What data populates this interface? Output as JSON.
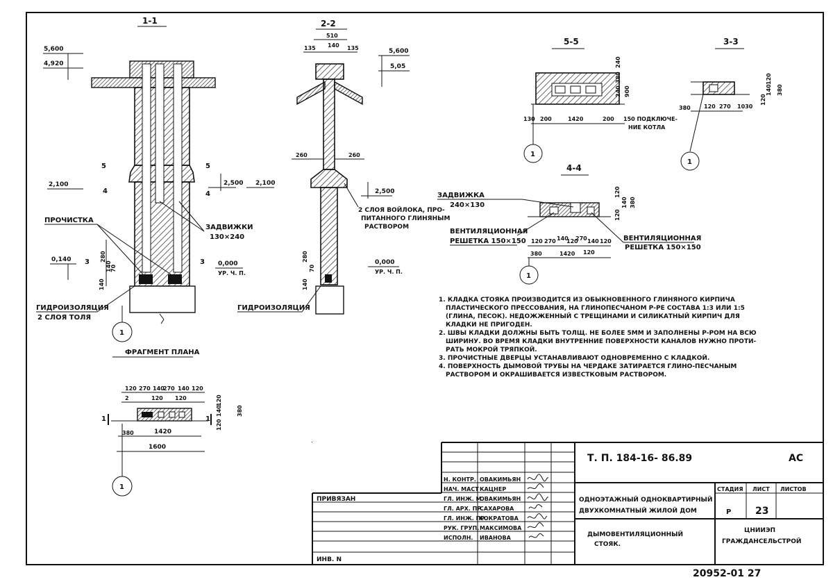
{
  "sections": {
    "s11": "1-1",
    "s22": "2-2",
    "s55": "5-5",
    "s33": "3-3",
    "s44": "4-4",
    "plan": "ФРАГМЕНТ ПЛАНА"
  },
  "s11": {
    "lvl_5600": "5,600",
    "lvl_4920": "4,920",
    "lvl_2100": "2,100",
    "lvl_0140": "0,140",
    "lvl_0000": "0,000",
    "lvl_floor": "УР. Ч. П.",
    "lvl_2500": "2,500",
    "cut5": "5",
    "cut4": "4",
    "cut3": "3",
    "label_clean": "ПРОЧИСТКА",
    "label_valve1": "ЗАДВИЖКИ",
    "label_valve2": "130×240",
    "label_hydro1": "ГИДРОИЗОЛЯЦИЯ",
    "label_hydro2": "2 СЛОЯ ТОЛЯ",
    "dim_140": "140",
    "dim_280": "280",
    "dim_70": "70",
    "axis": "1"
  },
  "s22": {
    "d510": "510",
    "d135a": "135",
    "d140": "140",
    "d135b": "135",
    "lvl_5600": "5,600",
    "lvl_505": "5,05",
    "d260a": "260",
    "d260b": "260",
    "lvl_2100": "2,100",
    "lvl_2500": "2,500",
    "felt1": "2 СЛОЯ ВОЙЛОКА, ПРО-",
    "felt2": "ПИТАННОГО ГЛИНЯНЫМ",
    "felt3": "РАСТВОРОМ",
    "lvl_0000": "0,000",
    "lvl_floor": "УР. Ч. П.",
    "d140v": "140",
    "d280v": "280",
    "d70v": "70",
    "hydro": "ГИДРОИЗОЛЯЦИЯ"
  },
  "s55": {
    "dims_h": [
      "130",
      "200",
      "1420",
      "200",
      "150 ПОДКЛЮЧЕ-"
    ],
    "connect2": "НИЕ КОТЛА",
    "dims_v": [
      "240",
      "380",
      "240",
      "900"
    ],
    "axis": "1"
  },
  "s33": {
    "dims_h": [
      "380",
      "120",
      "270",
      "1030"
    ],
    "dims_v": [
      "120",
      "140",
      "120",
      "380"
    ],
    "axis": "1"
  },
  "s44": {
    "valve1": "ЗАДВИЖКА",
    "valve2": "240×130",
    "vent_l1": "ВЕНТИЛЯЦИОННАЯ",
    "vent_l2": "РЕШЕТКА 150×150",
    "vent_r1": "ВЕНТИЛЯЦИОННАЯ",
    "vent_r2": "РЕШЕТКА 150×150",
    "dims_top": [
      "120",
      "270",
      "140",
      "120",
      "270",
      "140",
      "120"
    ],
    "dims_bot": [
      "380",
      "1420",
      "120"
    ],
    "dims_v": [
      "120",
      "140",
      "120",
      "380"
    ],
    "axis": "1"
  },
  "notes": [
    "1. КЛАДКА СТОЯКА ПРОИЗВОДИТСЯ ИЗ ОБЫКНОВЕННОГО ГЛИНЯНОГО КИРПИЧА",
    "ПЛАСТИЧЕСКОГО ПРЕССОВАНИЯ, НА ГЛИНОПЕСЧАНОМ Р-РЕ СОСТАВА 1:3 ИЛИ 1:5",
    "(ГЛИНА, ПЕСОК). НЕДОЖЖЕННЫЙ С ТРЕЩИНАМИ И СИЛИКАТНЫЙ КИРПИЧ ДЛЯ",
    "КЛАДКИ НЕ ПРИГОДЕН.",
    "2. ШВЫ КЛАДКИ ДОЛЖНЫ БЫТЬ ТОЛЩ. НЕ БОЛЕЕ 5ММ И ЗАПОЛНЕНЫ Р-РОМ НА ВСЮ",
    "ШИРИНУ. ВО ВРЕМЯ КЛАДКИ ВНУТРЕННИЕ ПОВЕРХНОСТИ КАНАЛОВ НУЖНО ПРОТИ-",
    "РАТЬ МОКРОЙ ТРЯПКОЙ.",
    "3. ПРОЧИСТНЫЕ ДВЕРЦЫ УСТАНАВЛИВАЮТ ОДНОВРЕМЕННО С КЛАДКОЙ.",
    "4. ПОВЕРХНОСТЬ ДЫМОВОЙ ТРУБЫ НА ЧЕРДАКЕ ЗАТИРАЕТСЯ ГЛИНО-ПЕСЧАНЫМ",
    "РАСТВОРОМ И ОКРАШИВАЕТСЯ ИЗВЕСТКОВЫМ РАСТВОРОМ."
  ],
  "plan": {
    "dims_top": [
      "120",
      "270",
      "140",
      "270",
      "140",
      "120"
    ],
    "dims_mid": [
      "2",
      "120",
      "120"
    ],
    "dims_v": [
      "120",
      "140",
      "120",
      "380"
    ],
    "d380": "380",
    "d1420": "1420",
    "d1600": "1600",
    "cut1a": "1",
    "cut1b": "1",
    "axis": "1"
  },
  "title_block": {
    "code": "Т. П. 184-16- 86.89",
    "mark": "АС",
    "binding": "ПРИВЯЗАН",
    "inv": "ИНВ. N",
    "roles": [
      "Н. КОНТР.",
      "НАЧ. МАСТ",
      "ГЛ. ИНЖ. М.",
      "ГЛ. АРХ. ПР.",
      "ГЛ. ИНЖ. ПР.",
      "РУК. ГРУП.",
      "ИСПОЛН."
    ],
    "names": [
      "ОВАКИМЬЯН",
      "КАЦНЕР",
      "ОВАКИМЬЯН",
      "САХАРОВА",
      "СОКРАТОВА",
      "МАКСИМОВА",
      "ИВАНОВА"
    ],
    "project1": "ОДНОЭТАЖНЫЙ ОДНОКВАРТИРНЫЙ",
    "project2": "ДВУХКОМНАТНЫЙ ЖИЛОЙ ДОМ",
    "sheet_title1": "ДЫМОВЕНТИЛЯЦИОННЫЙ",
    "sheet_title2": "СТОЯК.",
    "stage_h": "СТАДИЯ",
    "sheet_h": "ЛИСТ",
    "sheets_h": "ЛИСТОВ",
    "stage": "Р",
    "sheet": "23",
    "org1": "ЦНИИЭП",
    "org2": "ГРАЖДАНСЕЛЬСТРОЙ",
    "stamp": "20952-01   27"
  }
}
